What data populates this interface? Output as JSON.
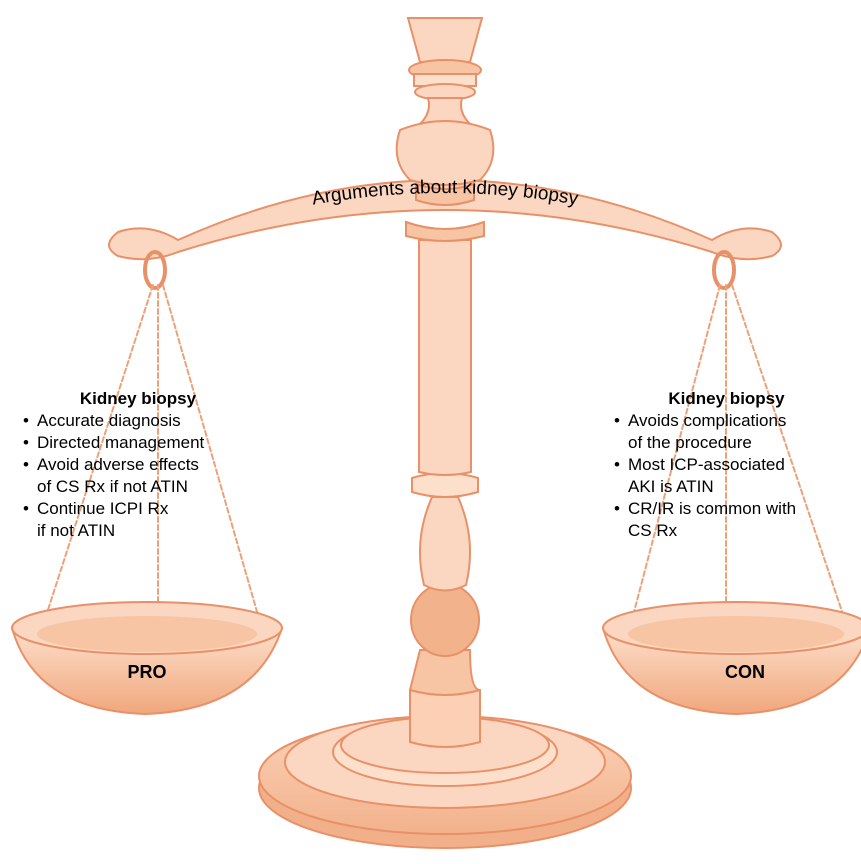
{
  "beam_title": "Arguments about kidney biopsy",
  "pro": {
    "heading": "Kidney biopsy",
    "items": [
      {
        "line1": "Accurate diagnosis",
        "line2": ""
      },
      {
        "line1": "Directed management",
        "line2": ""
      },
      {
        "line1": "Avoid adverse effects",
        "line2": "of CS Rx if not ATIN"
      },
      {
        "line1": "Continue ICPI Rx",
        "line2": "if not ATIN"
      }
    ],
    "pan_label": "PRO"
  },
  "con": {
    "heading": "Kidney biopsy",
    "items": [
      {
        "line1": "Avoids complications",
        "line2": "of the procedure"
      },
      {
        "line1": "Most ICP-associated",
        "line2": "AKI is ATIN"
      },
      {
        "line1": "CR/IR is common with",
        "line2": "CS Rx"
      }
    ],
    "pan_label": "CON"
  },
  "colors": {
    "body_fill": "#fbd6c0",
    "body_light": "#fde6d6",
    "outline": "#e89168",
    "pan_dark": "#efa47a",
    "chain": "#eba27b"
  }
}
